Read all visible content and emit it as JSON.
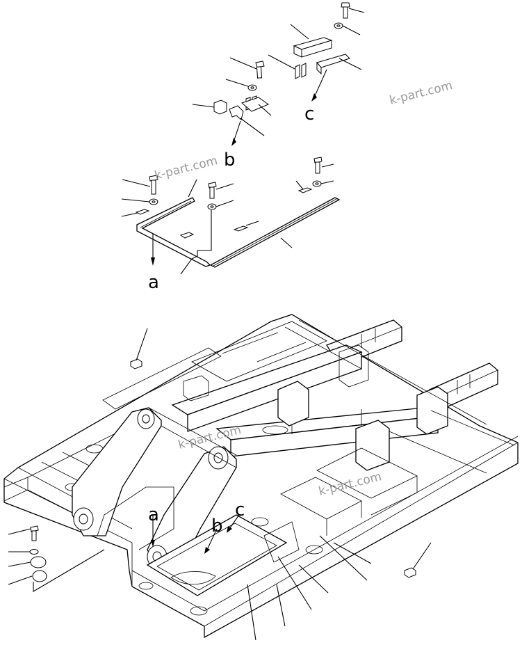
{
  "diagram": {
    "view_labels": {
      "a": "a",
      "b": "b",
      "c": "c"
    },
    "watermark": "k-part.com",
    "background_color": "#ffffff",
    "line_color": "#000000",
    "watermark_color": "#9a9a9a"
  }
}
